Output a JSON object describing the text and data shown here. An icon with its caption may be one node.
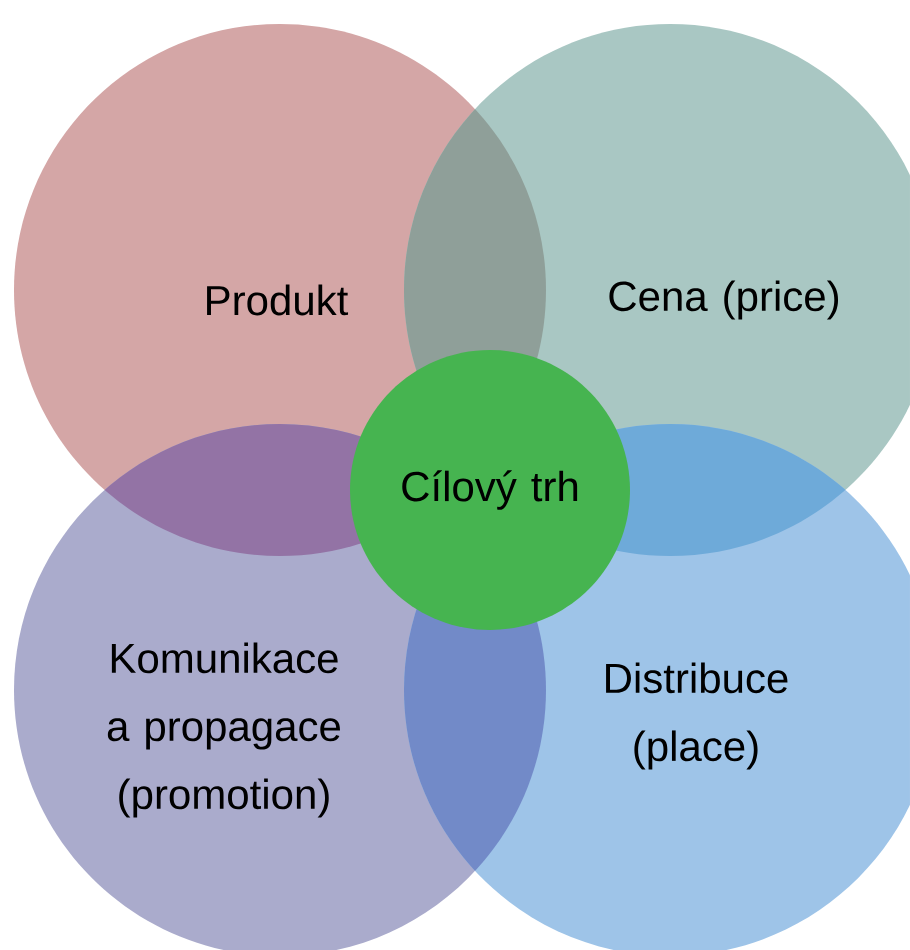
{
  "diagram": {
    "nodes": [
      {
        "text": [
          "Produkt"
        ]
      },
      {
        "text": [
          "Cena (price)"
        ]
      },
      {
        "text": [
          "Cílový trh"
        ]
      },
      {
        "text": [
          "Komunikace a propagace (promotion)"
        ]
      },
      {
        "text": [
          "Distribuce (place)"
        ]
      }
    ]
  }
}
